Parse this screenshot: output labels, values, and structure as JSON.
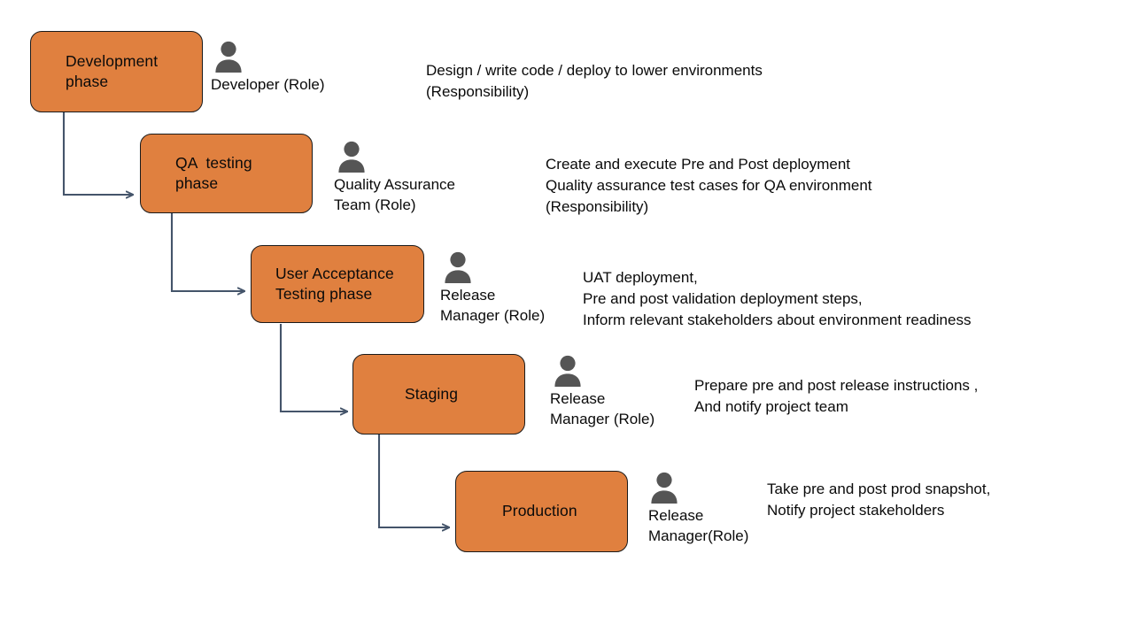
{
  "diagram": {
    "title": "Release phases, roles and responsibilities flow",
    "colors": {
      "box_fill": "#e0803f",
      "box_border": "#1a1a1a",
      "connector": "#44546a",
      "icon": "#555555",
      "text": "#0a0a0a",
      "background": "#ffffff"
    },
    "stages": [
      {
        "id": "development",
        "phase_label": "Development\nphase",
        "role_icon": "person-icon",
        "role_label": "Developer (Role)",
        "responsibility": "Design / write code / deploy to lower environments\n(Responsibility)"
      },
      {
        "id": "qa-testing",
        "phase_label": "QA  testing\nphase",
        "role_icon": "person-icon",
        "role_label": "Quality Assurance\nTeam (Role)",
        "responsibility": "Create and execute Pre and Post deployment\nQuality assurance test cases for QA environment\n(Responsibility)"
      },
      {
        "id": "user-acceptance-testing",
        "phase_label": "User Acceptance\nTesting phase",
        "role_icon": "person-icon",
        "role_label": "Release\nManager (Role)",
        "responsibility": "UAT deployment,\nPre and post validation deployment steps,\nInform relevant stakeholders about environment readiness"
      },
      {
        "id": "staging",
        "phase_label": "Staging",
        "role_icon": "person-icon",
        "role_label": "Release\nManager (Role)",
        "responsibility": "Prepare pre and post release instructions ,\nAnd notify project team"
      },
      {
        "id": "production",
        "phase_label": "Production",
        "role_icon": "person-icon",
        "role_label": "Release\nManager(Role)",
        "responsibility": "Take pre and post prod snapshot,\nNotify project stakeholders"
      }
    ]
  }
}
